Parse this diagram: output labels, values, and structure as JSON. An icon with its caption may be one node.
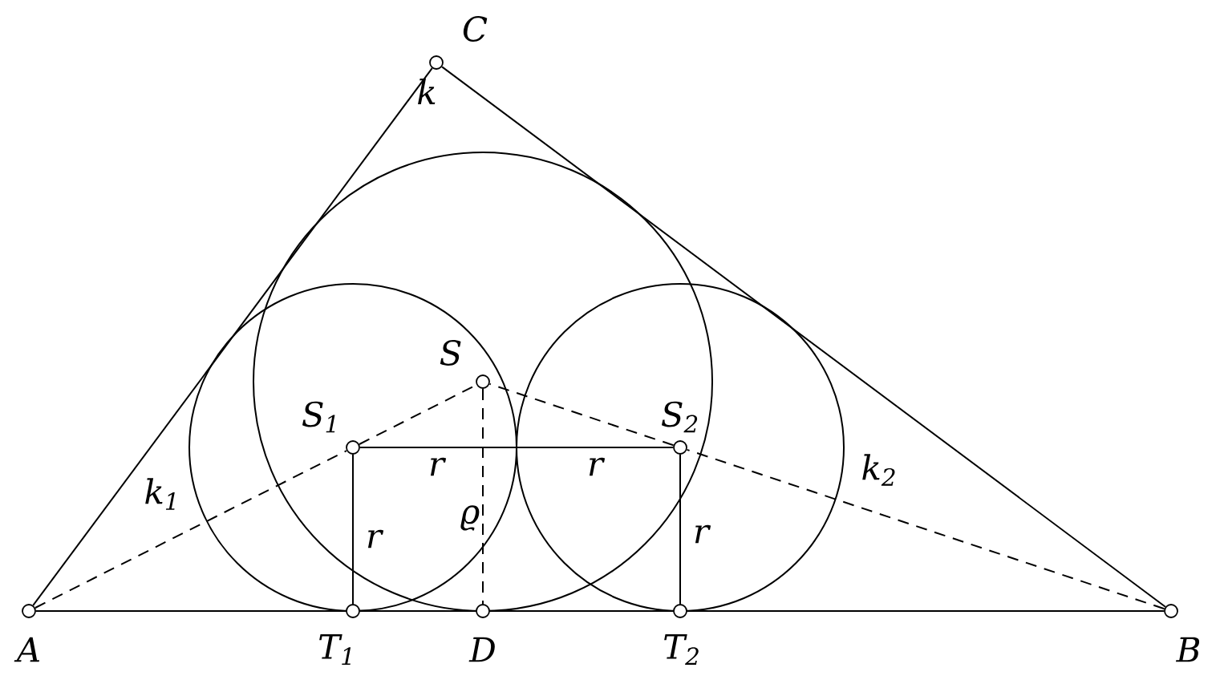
{
  "diagram": {
    "nodes": [
      {
        "text": [],
        "shape": "circle",
        "beside": [
          "C"
        ]
      },
      {
        "text": [],
        "shape": "circle",
        "beside": [
          "S"
        ]
      },
      {
        "text": [],
        "shape": "circle",
        "beside": [
          "S$_{1}$"
        ]
      },
      {
        "text": [],
        "shape": "circle",
        "beside": [
          "S$_{2}$"
        ]
      },
      {
        "text": [],
        "shape": "circle",
        "beside": [
          "A"
        ]
      },
      {
        "text": [],
        "shape": "circle",
        "beside": [
          "T$_{1}$"
        ]
      },
      {
        "text": [],
        "shape": "circle",
        "beside": [
          "D"
        ]
      },
      {
        "text": [],
        "shape": "circle",
        "beside": [
          "T$_{2}$"
        ]
      },
      {
        "text": [],
        "shape": "circle",
        "beside": [
          "B"
        ]
      }
    ],
    "edges": [
      {
        "from": 4,
        "to": 0,
        "arrow": "none"
      },
      {
        "from": 0,
        "to": 8,
        "arrow": "none"
      },
      {
        "from": 4,
        "to": 5,
        "arrow": "none"
      },
      {
        "from": 5,
        "to": 6,
        "arrow": "none"
      },
      {
        "from": 6,
        "to": 7,
        "arrow": "none"
      },
      {
        "from": 7,
        "to": 8,
        "arrow": "none"
      },
      {
        "from": 4,
        "to": 2,
        "arrow": "none",
        "style": "dashed"
      },
      {
        "from": 2,
        "to": 1,
        "arrow": "none",
        "style": "dashed"
      },
      {
        "from": 8,
        "to": 3,
        "arrow": "none",
        "style": "dashed"
      },
      {
        "from": 3,
        "to": 1,
        "arrow": "none",
        "style": "dashed"
      },
      {
        "from": 1,
        "to": 6,
        "arrow": "none",
        "style": "dashed"
      },
      {
        "from": 2,
        "to": 3,
        "arrow": "none"
      },
      {
        "from": 2,
        "to": 5,
        "arrow": "none"
      },
      {
        "from": 3,
        "to": 7,
        "arrow": "none"
      }
    ],
    "labels": [
      "k",
      "r",
      "r",
      "k$_{2}$",
      "k$_{1}$",
      "ϱ",
      "r",
      "r"
    ]
  }
}
